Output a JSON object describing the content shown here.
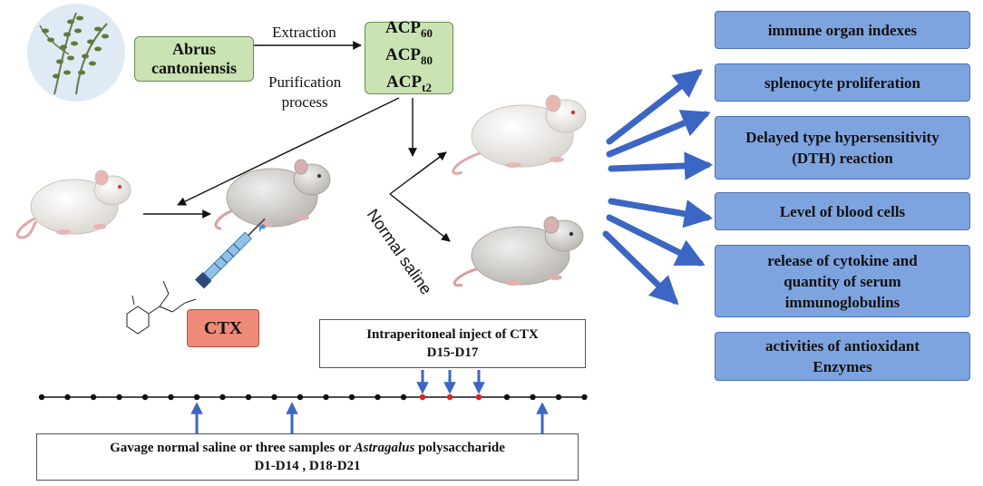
{
  "source_box": {
    "line1": "Abrus",
    "line2": "cantoniensis"
  },
  "process": {
    "extraction": "Extraction",
    "purification_line1": "Purification",
    "purification_line2": "process"
  },
  "fractions": [
    {
      "prefix": "ACP",
      "sub": "60"
    },
    {
      "prefix": "ACP",
      "sub": "80"
    },
    {
      "prefix": "ACP",
      "sub": "t2"
    }
  ],
  "normal_saline": "Normal saline",
  "ctx_label": "CTX",
  "outcomes": [
    {
      "line1": "immune organ indexes",
      "line2": "",
      "line3": ""
    },
    {
      "line1": "splenocyte proliferation",
      "line2": "",
      "line3": ""
    },
    {
      "line1": "Delayed type hypersensitivity",
      "line2": "(DTH) reaction",
      "line3": ""
    },
    {
      "line1": "Level of blood cells",
      "line2": "",
      "line3": ""
    },
    {
      "line1": "release of cytokine and",
      "line2": "quantity of serum",
      "line3": "immunoglobulins"
    },
    {
      "line1": "activities of antioxidant",
      "line2": "Enzymes",
      "line3": ""
    }
  ],
  "injection_box": {
    "line1": "Intraperitoneal inject of CTX",
    "line2": "D15-D17"
  },
  "gavage_box": {
    "line1_a": "Gavage normal saline or three samples or ",
    "line1_italic": "Astragalus",
    "line1_b": " polysaccharide",
    "line2": "D1-D14 , D18-D21"
  },
  "colors": {
    "green_fill": "#c9e3b3",
    "blue_fill": "#7ea4e0",
    "ctx_fill": "#f08a78",
    "arrow_blue": "#3b66c4",
    "dot_red": "#e0201e",
    "mouse_body": "#f3f1ee",
    "mouse_ear": "#e9b5b5"
  }
}
